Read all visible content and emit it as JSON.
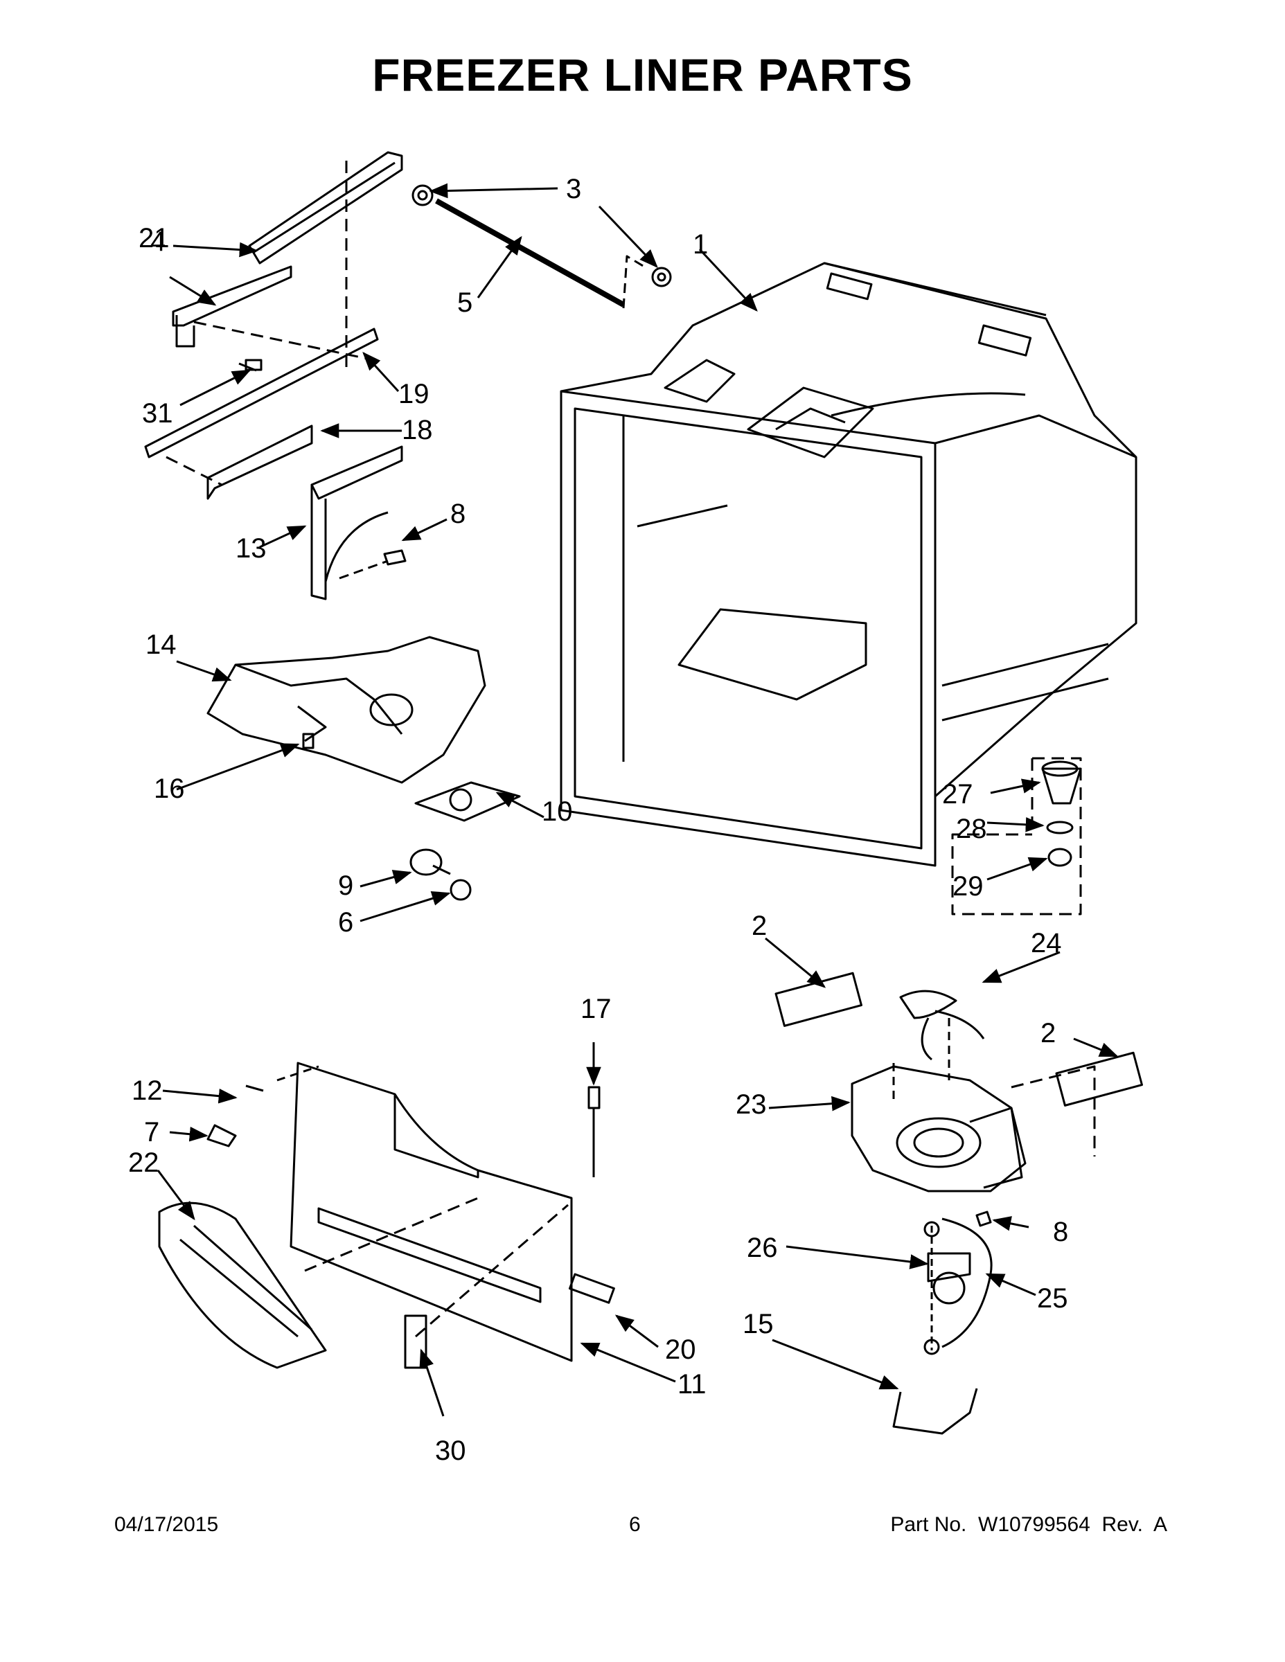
{
  "title": "FREEZER LINER PARTS",
  "callouts": [
    "1",
    "2",
    "3",
    "4",
    "5",
    "6",
    "7",
    "8",
    "9",
    "10",
    "11",
    "12",
    "13",
    "14",
    "15",
    "16",
    "17",
    "18",
    "19",
    "20",
    "21",
    "22",
    "23",
    "24",
    "25",
    "26",
    "27",
    "28",
    "29",
    "30",
    "31"
  ],
  "footer": {
    "date": "04/17/2015",
    "page": "6",
    "part": "Part No.  W10799564  Rev.  A"
  }
}
